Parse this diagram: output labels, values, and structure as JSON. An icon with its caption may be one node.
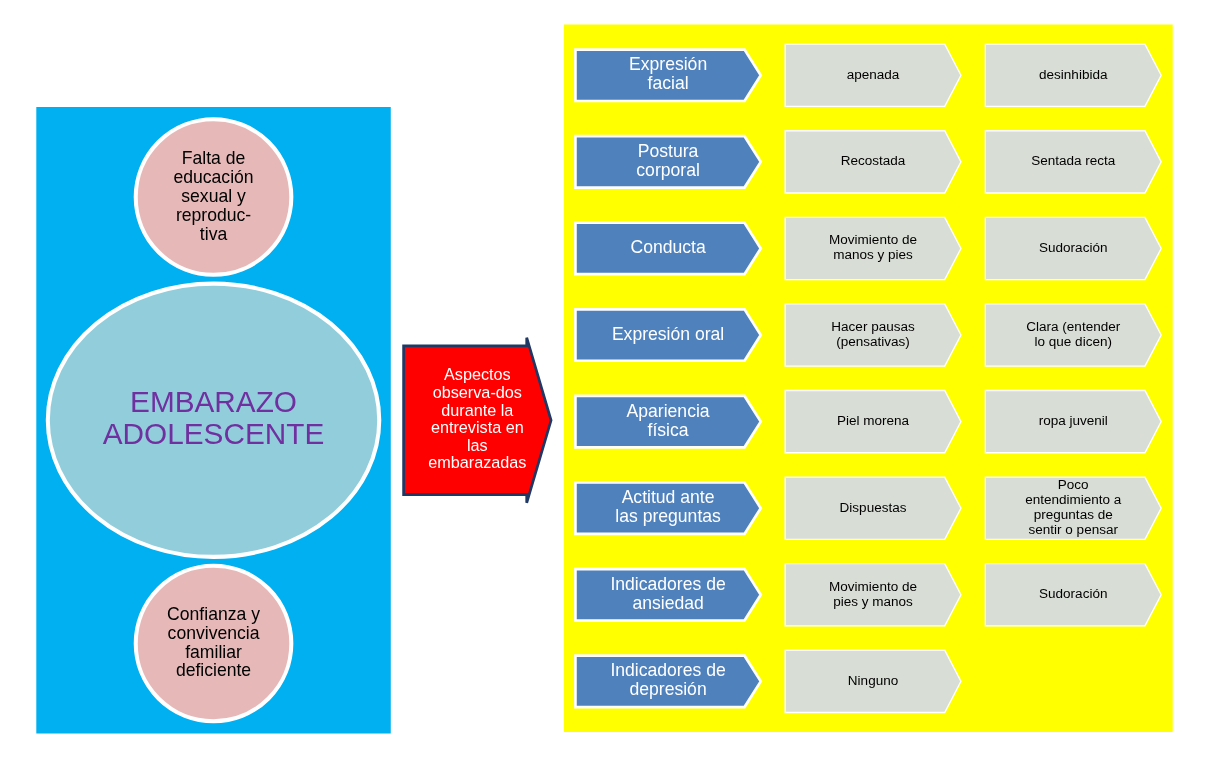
{
  "diagram": {
    "nodes": [
      {
        "text": [],
        "shape": "box"
      },
      {
        "text": [
          "Falta de educación sexual y reproduc-tiva"
        ],
        "in": 0
      },
      {
        "text": [
          "EMBARAZO ADOLESCENTE"
        ],
        "in": 0
      },
      {
        "text": [
          "Confianza y convivencia familiar deficiente"
        ],
        "in": 0
      },
      {
        "text": [
          "Aspectos observa-dos durante la entrevista en las embarazadas"
        ]
      },
      {
        "text": [],
        "shape": "box"
      },
      {
        "text": [
          "Expresión facial"
        ],
        "in": 5
      },
      {
        "text": [
          "apenada"
        ],
        "in": 5
      },
      {
        "text": [
          "desinhibida"
        ],
        "in": 5
      },
      {
        "text": [
          "Postura corporal"
        ],
        "in": 5
      },
      {
        "text": [
          "Recostada"
        ],
        "in": 5
      },
      {
        "text": [
          "Sentada recta"
        ],
        "in": 5
      },
      {
        "text": [
          "Conducta"
        ],
        "in": 5
      },
      {
        "text": [
          "Movimiento de manos y pies"
        ],
        "in": 5
      },
      {
        "text": [
          "Sudoración"
        ],
        "in": 5
      },
      {
        "text": [
          "Expresión oral"
        ],
        "in": 5
      },
      {
        "text": [
          "Hacer pausas (pensativas)"
        ],
        "in": 5
      },
      {
        "text": [
          "Clara (entender lo que dicen)"
        ],
        "in": 5
      },
      {
        "text": [
          "Apariencia física"
        ],
        "in": 5
      },
      {
        "text": [
          "Piel morena"
        ],
        "in": 5
      },
      {
        "text": [
          "ropa juvenil"
        ],
        "in": 5
      },
      {
        "text": [
          "Actitud ante las preguntas"
        ],
        "in": 5
      },
      {
        "text": [
          "Dispuestas"
        ],
        "in": 5
      },
      {
        "text": [
          "Poco entendimiento a preguntas de sentir o pensar"
        ],
        "in": 5
      },
      {
        "text": [
          "Indicadores de ansiedad"
        ],
        "in": 5
      },
      {
        "text": [
          "Movimiento de pies y manos"
        ],
        "in": 5
      },
      {
        "text": [
          "Sudoración"
        ],
        "in": 5
      },
      {
        "text": [
          "Indicadores de depresión"
        ],
        "in": 5
      },
      {
        "text": [
          "Ninguno"
        ],
        "in": 5
      }
    ]
  }
}
